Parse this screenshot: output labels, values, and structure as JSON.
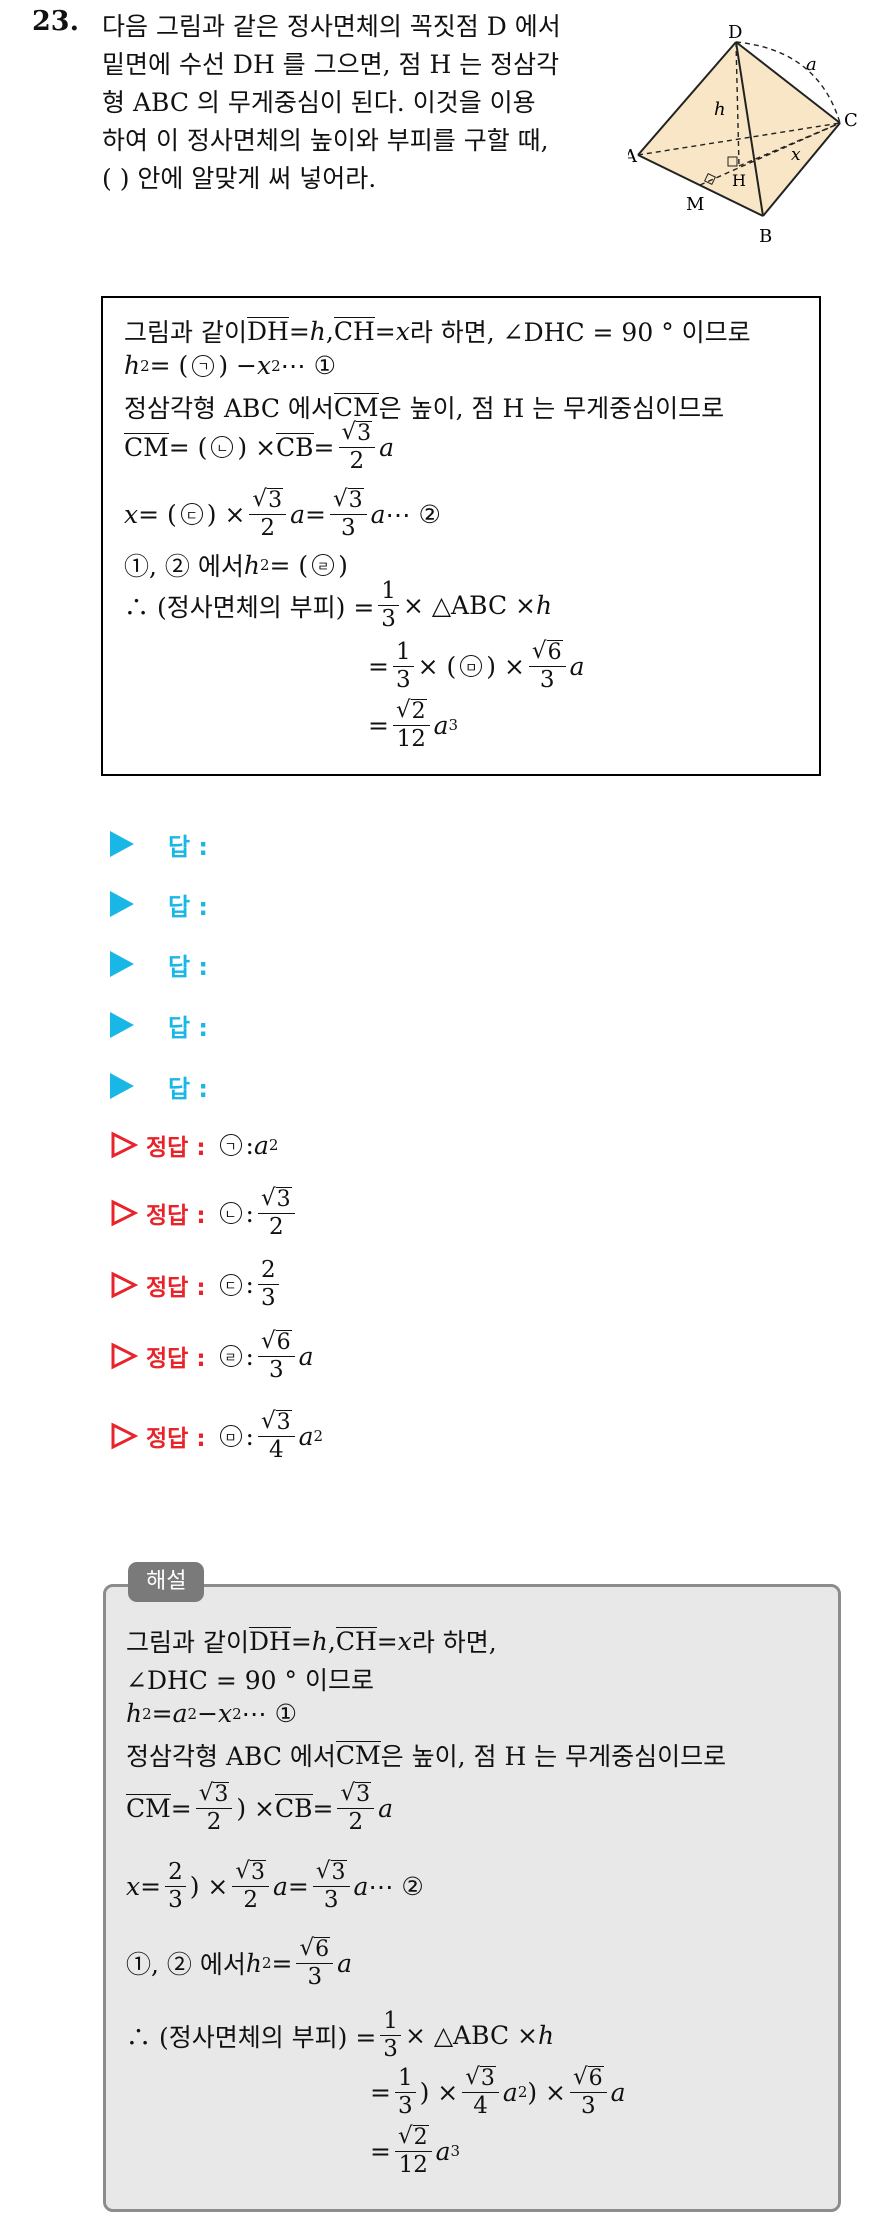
{
  "question": {
    "number": "23.",
    "lines": [
      "다음 그림과 같은 정사면체의 꼭짓점 D 에서",
      "밑면에 수선 DH 를 그으면, 점 H 는 정삼각",
      "형 ABC 의 무게중심이 된다.  이것을 이용",
      "하여 이 정사면체의 높이와 부피를 구할 때,",
      "(            ) 안에 알맞게 써 넣어라."
    ]
  },
  "figure": {
    "labels": {
      "D": "D",
      "A": "A",
      "B": "B",
      "C": "C",
      "M": "M",
      "H": "H",
      "h": "h",
      "a": "a",
      "x": "x"
    },
    "colors": {
      "face": "#f8e6c6",
      "stroke": "#222222"
    }
  },
  "problem": {
    "l1_pre": "그림과 같이 ",
    "DH": "DH",
    "eq_h": " = ",
    "h": "h",
    "comma": ", ",
    "CH": "CH",
    "eq_x": " = ",
    "x": "x",
    "l1_mid": " 라 하면, ∠DHC = 90 ° 이므로",
    "l2_a": "h",
    "l2_sq": "2",
    "l2_b": " = ( ",
    "l2_c": " ) − ",
    "l2_x": "x",
    "l2_d": " ⋯ ①",
    "l3": "정삼각형 ABC 에서 ",
    "l3_cm": "CM",
    "l3_b": " 은 높이, 점 H 는 무게중심이므로",
    "l4_cm": "CM",
    "l4_a": " = ( ",
    "l4_b": " ) × ",
    "l4_cb": "CB",
    "l4_c": " = ",
    "sqrt3": "3",
    "two": "2",
    "a": "a",
    "three": "3",
    "l5_x": "x",
    "l5_a": " = ( ",
    "l5_b": " ) × ",
    "l5_c": " = ",
    "l5_d": " ⋯ ②",
    "l6_a": "①, ② 에서 ",
    "l6_b": " = ( ",
    "l6_c": " )",
    "l7_a": "∴  (정사면체의 부피) = ",
    "one": "1",
    "l7_b": " × △ABC × ",
    "l7_h": "h",
    "eq": "= ",
    "times": " × ( ",
    "close_times": " ) × ",
    "sqrt6": "6",
    "sqrt2": "2",
    "twelve": "12",
    "cube": "3"
  },
  "circles": {
    "g1": "ㄱ",
    "g2": "ㄴ",
    "g3": "ㄷ",
    "g4": "ㄹ",
    "g5": "ㅁ"
  },
  "answers": {
    "label": "답 :",
    "count": 5
  },
  "keys": {
    "label": "정답 :",
    "items": [
      {
        "circle": "ㄱ",
        "sep": " : "
      },
      {
        "circle": "ㄴ",
        "sep": " : "
      },
      {
        "circle": "ㄷ",
        "sep": " : "
      },
      {
        "circle": "ㄹ",
        "sep": " : "
      },
      {
        "circle": "ㅁ",
        "sep": " : "
      }
    ],
    "colors": {
      "answer": "#19b7e6",
      "key": "#e8232a"
    }
  },
  "solution": {
    "badge": "해설",
    "l1_pre": "그림과 같이 ",
    "l1_post": " 라 하면,",
    "l2": "∠DHC = 90 ° 이므로",
    "l3_a": " = ",
    "l3_b": " − ",
    "l3_c": " ⋯ ①",
    "l4_pre": "정삼각형 ABC 에서 ",
    "l4_post": " 은 높이, 점 H 는 무게중심이므로",
    "four": "4"
  }
}
